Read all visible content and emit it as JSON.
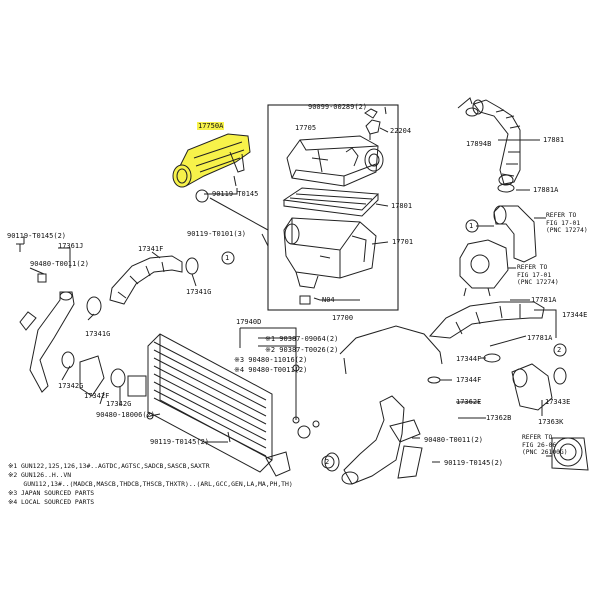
{
  "diagram": {
    "highlight_color": "#f7f24a",
    "line_color": "#222222",
    "parts": [
      {
        "id": "p_17750A",
        "text": "17750A",
        "highlighted": true
      },
      {
        "id": "p_17705",
        "text": "17705"
      },
      {
        "id": "p_22204",
        "text": "22204"
      },
      {
        "id": "p_90099",
        "text": "90099-00289(2)"
      },
      {
        "id": "p_90119_top",
        "text": "90119-T0145"
      },
      {
        "id": "p_17801",
        "text": "17801"
      },
      {
        "id": "p_90119_T0101",
        "text": "90119-T0101(3)"
      },
      {
        "id": "p_17701",
        "text": "17701"
      },
      {
        "id": "p_N04",
        "text": "N04"
      },
      {
        "id": "p_17700",
        "text": "17700"
      },
      {
        "id": "p_17894B",
        "text": "17894B"
      },
      {
        "id": "p_17881",
        "text": "17881"
      },
      {
        "id": "p_17881A",
        "text": "17881A"
      },
      {
        "id": "p_90119_T0145_left",
        "text": "90119-T0145(2)"
      },
      {
        "id": "p_17361J",
        "text": "17361J"
      },
      {
        "id": "p_90480_T0011_left",
        "text": "90480-T0011(2)"
      },
      {
        "id": "p_17341F",
        "text": "17341F"
      },
      {
        "id": "p_17341G_a",
        "text": "17341G"
      },
      {
        "id": "p_17341G_b",
        "text": "17341G"
      },
      {
        "id": "p_17940D",
        "text": "17940D"
      },
      {
        "id": "p_190387",
        "text": "1 90387-09064(2)"
      },
      {
        "id": "p_290387",
        "text": "2 90387-T0026(2)"
      },
      {
        "id": "p_3_90480",
        "text": "※3 90480-11016(2)"
      },
      {
        "id": "p_4_90480",
        "text": "※4 90480-T0011(2)"
      },
      {
        "id": "p_17342G_a",
        "text": "17342G"
      },
      {
        "id": "p_17342F",
        "text": "17342F"
      },
      {
        "id": "p_17342G_b",
        "text": "17342G"
      },
      {
        "id": "p_90480_18006",
        "text": "90480-18006(2)"
      },
      {
        "id": "p_90119_T0145_mid",
        "text": "90119-T0145(2)"
      },
      {
        "id": "p_17781A_top",
        "text": "17781A"
      },
      {
        "id": "p_17344E",
        "text": "17344E"
      },
      {
        "id": "p_17781A_bot",
        "text": "17781A"
      },
      {
        "id": "p_17344F_a",
        "text": "17344F"
      },
      {
        "id": "p_17344F_b",
        "text": "17344F"
      },
      {
        "id": "p_17362E",
        "text": "17362E"
      },
      {
        "id": "p_17362B",
        "text": "17362B"
      },
      {
        "id": "p_17343E",
        "text": "17343E"
      },
      {
        "id": "p_17363K",
        "text": "17363K"
      },
      {
        "id": "p_90480_T0011_right",
        "text": "90480-T0011(2)"
      },
      {
        "id": "p_90119_T0145_right",
        "text": "90119-T0145(2)"
      }
    ],
    "refs": {
      "fig1701_a": "REFER TO\nFIG 17-01\n(PNC 17274)",
      "fig1701_b": "REFER TO\nFIG 17-01\n(PNC 17274)",
      "fig2606": "REFER TO\nFIG 26-06\n(PNC 26100G)"
    },
    "circle_markers": [
      "1",
      "1",
      "2",
      "2"
    ],
    "footnotes": [
      "※1 GUN122,125,126,13#..AGTDC,AGTSC,SADCB,SASCB,SAXTR",
      "※2 GUN126..H..VN",
      "    GUN112,13#..(MADCB,MASCB,THDCB,THSCB,THXTR)..(ARL,GCC,GEN,LA,MA,PH,TH)",
      "※3 JAPAN SOURCED PARTS",
      "※4 LOCAL SOURCED PARTS"
    ]
  }
}
